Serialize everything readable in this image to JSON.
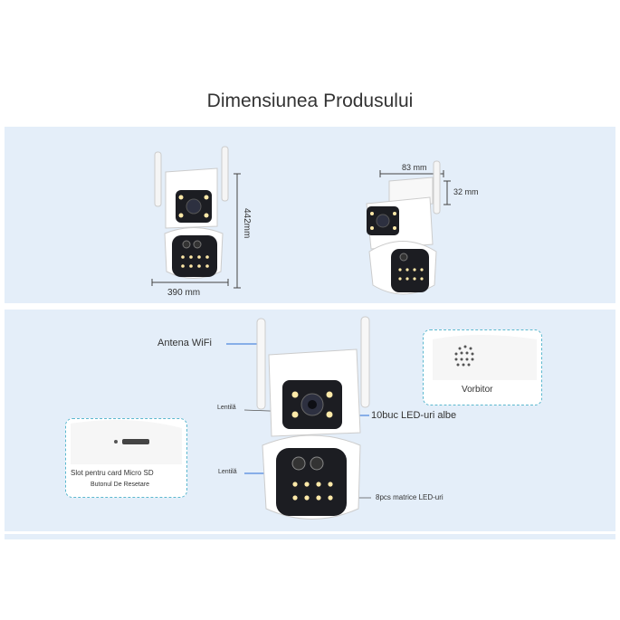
{
  "title": "Dimensiunea Produsului",
  "dimensions": {
    "height": "442mm",
    "width": "390 mm",
    "depth": "83 mm",
    "mount": "32 mm"
  },
  "labels": {
    "antenna": "Antena WiFi",
    "lens_top": "Lentilă",
    "led_white": "10buc LED-uri albe",
    "lens_bottom": "Lentilă",
    "led_matrix": "8pcs matrice LED-uri",
    "speaker": "Vorbitor",
    "sd_slot": "Slot pentru card Micro SD",
    "reset": "Butonul De Resetare"
  },
  "colors": {
    "panel": "#e4eef9",
    "accent": "#2a6fd6",
    "dashed": "#5cb8cf"
  }
}
